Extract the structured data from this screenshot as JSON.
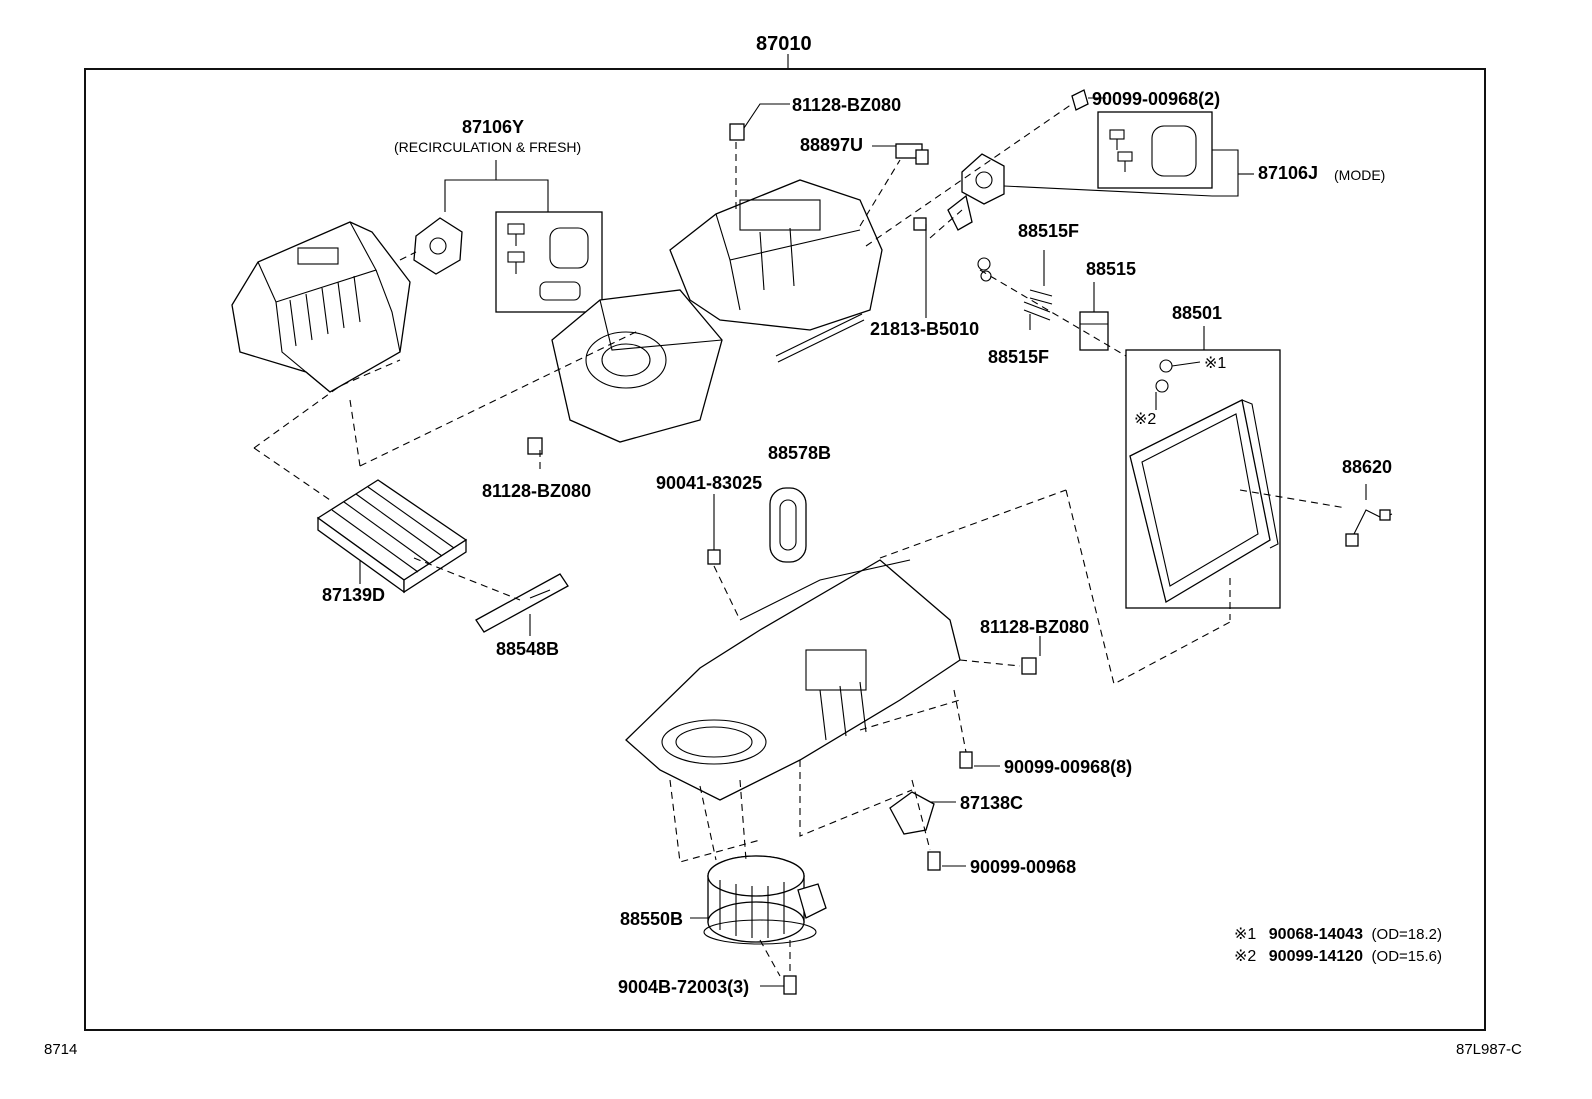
{
  "labels": {
    "assembly": "87010",
    "p87106Y": "87106Y",
    "p87106Y_note": "(RECIRCULATION & FRESH)",
    "p81128_top": "81128-BZ080",
    "p88897U": "88897U",
    "p90099_2": "90099-00968(2)",
    "p87106J": "87106J",
    "p87106J_note": "(MODE)",
    "p88515F_a": "88515F",
    "p88515": "88515",
    "p21813": "21813-B5010",
    "p88515F_b": "88515F",
    "p88501": "88501",
    "mark1": "※1",
    "mark2": "※2",
    "p81128_left": "81128-BZ080",
    "p88578B": "88578B",
    "p90041": "90041-83025",
    "p88620": "88620",
    "p87139D": "87139D",
    "p88548B": "88548B",
    "p81128_right": "81128-BZ080",
    "p90099_8": "90099-00968(8)",
    "p87138C": "87138C",
    "p90099_single": "90099-00968",
    "p88550B": "88550B",
    "p9004B": "9004B-72003(3)"
  },
  "notes": [
    {
      "mark": "※1",
      "part": "90068-14043",
      "spec": "(OD=18.2)"
    },
    {
      "mark": "※2",
      "part": "90099-14120",
      "spec": "(OD=15.6)"
    }
  ],
  "footer": {
    "left_code": "8714",
    "right_code": "87L987-C"
  }
}
